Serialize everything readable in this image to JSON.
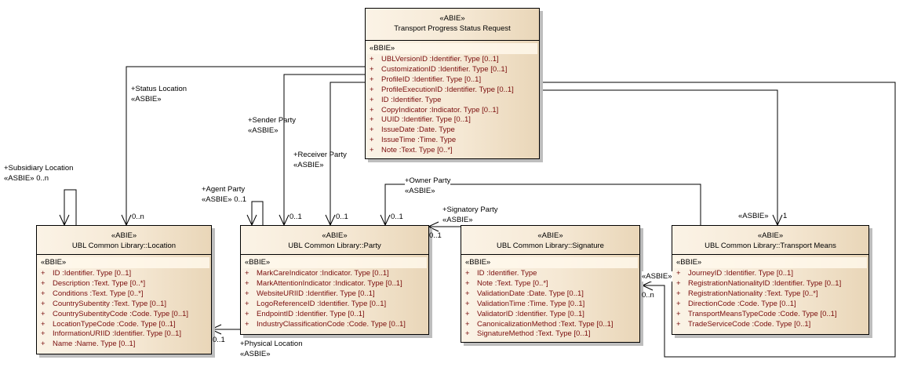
{
  "classes": {
    "tpsr": {
      "stereotype": "«ABIE»",
      "name": "Transport Progress Status Request",
      "section": "«BBIE»",
      "attributes": [
        {
          "vis": "+",
          "text": "UBLVersionID  :Identifier. Type [0..1]"
        },
        {
          "vis": "+",
          "text": "CustomizationID  :Identifier. Type [0..1]"
        },
        {
          "vis": "+",
          "text": "ProfileID  :Identifier. Type [0..1]"
        },
        {
          "vis": "+",
          "text": "ProfileExecutionID  :Identifier. Type [0..1]"
        },
        {
          "vis": "+",
          "text": "ID  :Identifier. Type"
        },
        {
          "vis": "+",
          "text": "CopyIndicator  :Indicator. Type [0..1]"
        },
        {
          "vis": "+",
          "text": "UUID  :Identifier. Type [0..1]"
        },
        {
          "vis": "+",
          "text": "IssueDate  :Date. Type"
        },
        {
          "vis": "+",
          "text": "IssueTime  :Time. Type"
        },
        {
          "vis": "+",
          "text": "Note  :Text. Type [0..*]"
        }
      ]
    },
    "location": {
      "stereotype": "«ABIE»",
      "name": "UBL Common Library::Location",
      "section": "«BBIE»",
      "attributes": [
        {
          "vis": "+",
          "text": "ID  :Identifier. Type [0..1]"
        },
        {
          "vis": "+",
          "text": "Description  :Text. Type [0..*]"
        },
        {
          "vis": "+",
          "text": "Conditions  :Text. Type [0..*]"
        },
        {
          "vis": "+",
          "text": "CountrySubentity  :Text. Type [0..1]"
        },
        {
          "vis": "+",
          "text": "CountrySubentityCode  :Code. Type [0..1]"
        },
        {
          "vis": "+",
          "text": "LocationTypeCode  :Code. Type [0..1]"
        },
        {
          "vis": "+",
          "text": "InformationURIID  :Identifier. Type [0..1]"
        },
        {
          "vis": "+",
          "text": "Name  :Name. Type [0..1]"
        }
      ]
    },
    "party": {
      "stereotype": "«ABIE»",
      "name": "UBL Common Library::Party",
      "section": "«BBIE»",
      "attributes": [
        {
          "vis": "+",
          "text": "MarkCareIndicator  :Indicator. Type [0..1]"
        },
        {
          "vis": "+",
          "text": "MarkAttentionIndicator  :Indicator. Type [0..1]"
        },
        {
          "vis": "+",
          "text": "WebsiteURIID  :Identifier. Type [0..1]"
        },
        {
          "vis": "+",
          "text": "LogoReferenceID  :Identifier. Type [0..1]"
        },
        {
          "vis": "+",
          "text": "EndpointID  :Identifier. Type [0..1]"
        },
        {
          "vis": "+",
          "text": "IndustryClassificationCode  :Code. Type [0..1]"
        }
      ]
    },
    "signature": {
      "stereotype": "«ABIE»",
      "name": "UBL Common Library::Signature",
      "section": "«BBIE»",
      "attributes": [
        {
          "vis": "+",
          "text": "ID  :Identifier. Type"
        },
        {
          "vis": "+",
          "text": "Note  :Text. Type [0..*]"
        },
        {
          "vis": "+",
          "text": "ValidationDate  :Date. Type [0..1]"
        },
        {
          "vis": "+",
          "text": "ValidationTime  :Time. Type [0..1]"
        },
        {
          "vis": "+",
          "text": "ValidatorID  :Identifier. Type [0..1]"
        },
        {
          "vis": "+",
          "text": "CanonicalizationMethod  :Text. Type [0..1]"
        },
        {
          "vis": "+",
          "text": "SignatureMethod  :Text. Type [0..1]"
        }
      ]
    },
    "transport": {
      "stereotype": "«ABIE»",
      "name": "UBL Common Library::Transport Means",
      "section": "«BBIE»",
      "attributes": [
        {
          "vis": "+",
          "text": "JourneyID  :Identifier. Type [0..1]"
        },
        {
          "vis": "+",
          "text": "RegistrationNationalityID  :Identifier. Type [0..1]"
        },
        {
          "vis": "+",
          "text": "RegistrationNationality  :Text. Type [0..*]"
        },
        {
          "vis": "+",
          "text": "DirectionCode  :Code. Type [0..1]"
        },
        {
          "vis": "+",
          "text": "TransportMeansTypeCode  :Code. Type [0..1]"
        },
        {
          "vis": "+",
          "text": "TradeServiceCode  :Code. Type [0..1]"
        }
      ]
    }
  },
  "labels": {
    "status_location_role": "+Status Location",
    "status_location_st": "«ASBIE»",
    "status_location_mult": "0..n",
    "subsidiary_role": "+Subsidiary Location",
    "subsidiary_st": "«ASBIE» 0..n",
    "sender_role": "+Sender Party",
    "sender_st": "«ASBIE»",
    "sender_mult": "0..1",
    "receiver_role": "+Receiver Party",
    "receiver_st": "«ASBIE»",
    "receiver_mult": "0..1",
    "agent_role": "+Agent Party",
    "agent_st": "«ASBIE» 0..1",
    "owner_role": "+Owner Party",
    "owner_st": "«ASBIE»",
    "owner_mult": "0..1",
    "signatory_role": "+Signatory Party",
    "signatory_st": "«ASBIE»",
    "signatory_mult": "0..1",
    "physical_role": "+Physical Location",
    "physical_st": "«ASBIE»",
    "physical_mult": "0..1",
    "transport_st": "«ASBIE»",
    "transport_mult": "1",
    "sig_back_st": "«ASBIE»",
    "sig_back_mult": "0..n"
  }
}
